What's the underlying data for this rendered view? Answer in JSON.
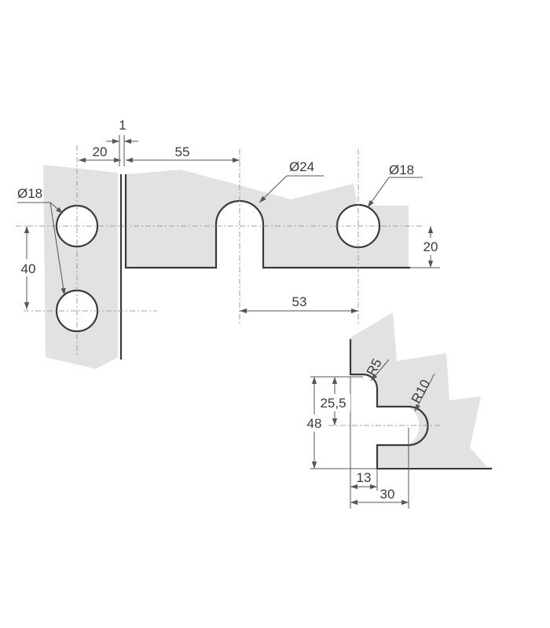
{
  "dimensions": {
    "top_gap": "1",
    "left_offset": "20",
    "top_to_slot": "55",
    "slot_diameter": "Ø24",
    "right_hole_diameter": "Ø18",
    "left_hole_diameter": "Ø18",
    "hole_spacing": "40",
    "hole_height": "20",
    "slot_to_hole": "53",
    "detail_radius_small": "R5",
    "detail_radius_large": "R10",
    "detail_height_partial": "25,5",
    "detail_height_total": "48",
    "detail_width_small": "13",
    "detail_width_total": "30"
  },
  "colors": {
    "glass": "#e2e2e2",
    "outline": "#3a3a3a",
    "dimension": "#555555"
  }
}
